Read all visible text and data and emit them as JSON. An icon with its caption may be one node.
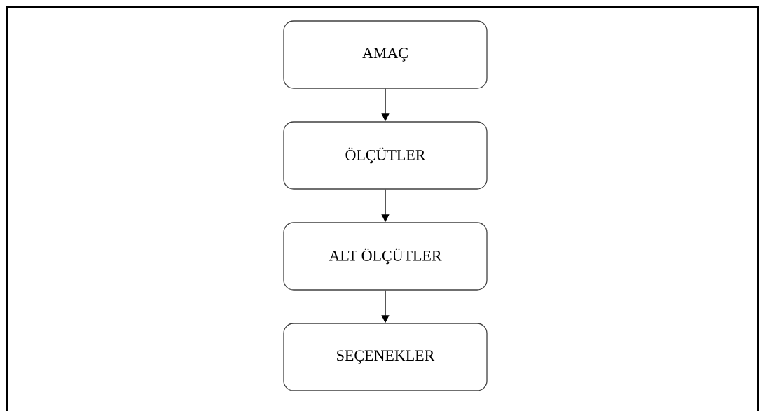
{
  "diagram": {
    "nodes": [
      {
        "text": [
          "AMAÇ"
        ]
      },
      {
        "text": [
          "ÖLÇÜTLER"
        ]
      },
      {
        "text": [
          "ALT ÖLÇÜTLER"
        ]
      },
      {
        "text": [
          "SEÇENEKLER"
        ]
      }
    ],
    "edges": [
      {
        "from": 0,
        "to": 1,
        "arrow": "to"
      },
      {
        "from": 1,
        "to": 2,
        "arrow": "to"
      },
      {
        "from": 2,
        "to": 3,
        "arrow": "to"
      }
    ]
  }
}
